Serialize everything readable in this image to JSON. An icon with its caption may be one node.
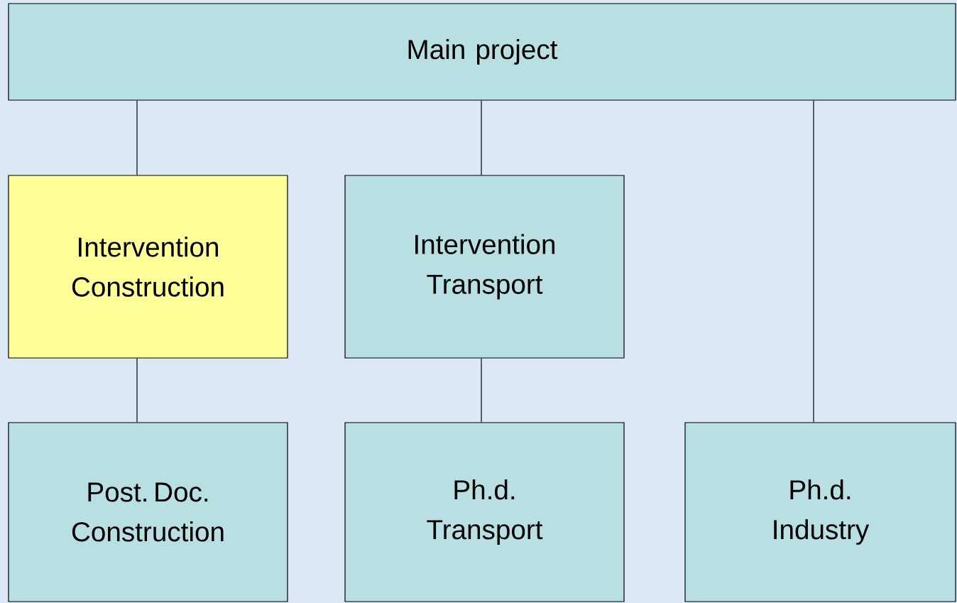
{
  "diagram": {
    "nodes": [
      {
        "text": [
          "Main project"
        ]
      },
      {
        "text": [
          "Intervention Construction"
        ]
      },
      {
        "text": [
          "Intervention Transport"
        ]
      },
      {
        "text": [
          "Post. Doc. Construction"
        ]
      },
      {
        "text": [
          "Ph.d. Transport"
        ]
      },
      {
        "text": [
          "Ph.d. Industry"
        ]
      }
    ],
    "edges": [
      {
        "from": 0,
        "to": 1,
        "arrow": "none"
      },
      {
        "from": 0,
        "to": 2,
        "arrow": "none"
      },
      {
        "from": 0,
        "to": 5,
        "arrow": "none"
      },
      {
        "from": 1,
        "to": 3,
        "arrow": "none"
      },
      {
        "from": 2,
        "to": 4,
        "arrow": "none"
      }
    ]
  }
}
